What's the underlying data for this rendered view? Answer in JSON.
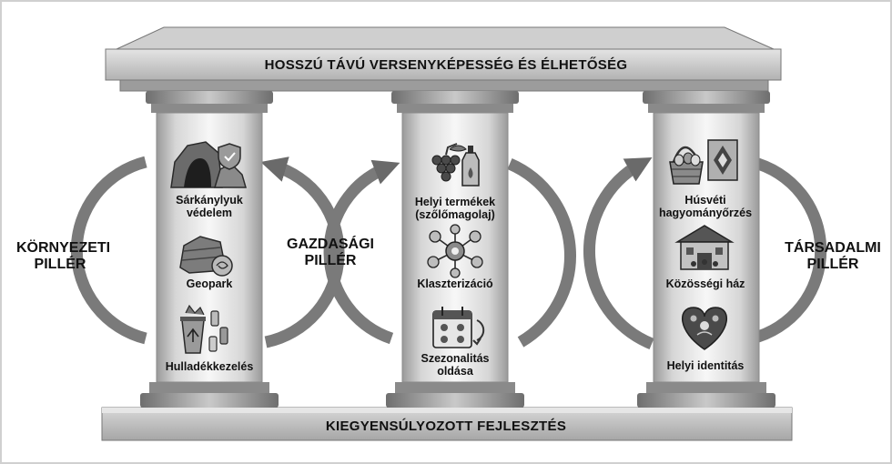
{
  "roof": "HOSSZÚ TÁVÚ VERSENYKÉPESSÉG ÉS ÉLHETŐSÉG",
  "base": "KIEGYENSÚLYOZOTT FEJLESZTÉS",
  "pillars": [
    {
      "title_line1": "KÖRNYEZETI",
      "title_line2": "PILLÉR",
      "items": [
        {
          "label": "Sárkánylyuk védelem",
          "icon": "cave-shield-icon"
        },
        {
          "label": "Geopark",
          "icon": "rock-fossil-icon"
        },
        {
          "label": "Hulladékkezelés",
          "icon": "recycling-bin-icon"
        }
      ]
    },
    {
      "title_line1": "GAZDASÁGI",
      "title_line2": "PILLÉR",
      "items": [
        {
          "label": "Helyi termékek (szőlőmagolaj)",
          "icon": "grape-oil-icon"
        },
        {
          "label": "Klaszterizáció",
          "icon": "network-gears-icon"
        },
        {
          "label": "Szezonalitás oldása",
          "icon": "calendar-cycle-icon"
        }
      ]
    },
    {
      "title_line1": "TÁRSADALMI",
      "title_line2": "PILLÉR",
      "items": [
        {
          "label": "Húsvéti hagyományőrzés",
          "icon": "easter-basket-icon"
        },
        {
          "label": "Közösségi ház",
          "icon": "community-house-icon"
        },
        {
          "label": "Helyi identitás",
          "icon": "folk-heart-icon"
        }
      ]
    }
  ]
}
